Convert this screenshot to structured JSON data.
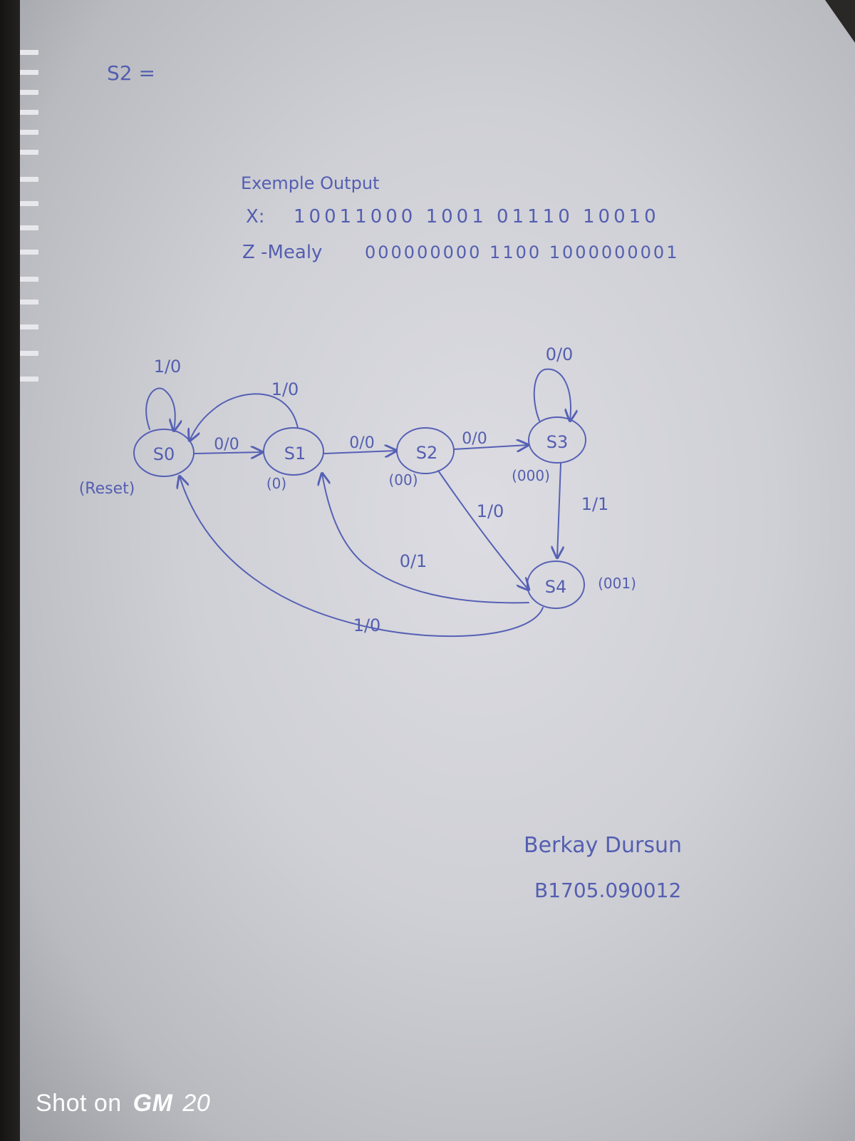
{
  "header": {
    "label": "S2 ="
  },
  "example": {
    "title": "Exemple  Output",
    "x_label": "X:",
    "x_bits": "10011000 1001 01110 10010",
    "z_label": "Z -Mealy",
    "z_bits": "000000000 1100 1000000001"
  },
  "states": [
    {
      "id": "s0",
      "label": "S0",
      "code": "(Reset)"
    },
    {
      "id": "s1",
      "label": "S1",
      "code": "(0)"
    },
    {
      "id": "s2",
      "label": "S2",
      "code": "(00)"
    },
    {
      "id": "s3",
      "label": "S3",
      "code": "(000)"
    },
    {
      "id": "s4",
      "label": "S4",
      "code": "(001)"
    }
  ],
  "transitions": [
    {
      "from": "S0",
      "to": "S0",
      "label": "1/0"
    },
    {
      "from": "S0",
      "to": "S1",
      "label": "0/0"
    },
    {
      "from": "S1",
      "to": "S0",
      "label": "1/0"
    },
    {
      "from": "S1",
      "to": "S2",
      "label": "0/0"
    },
    {
      "from": "S2",
      "to": "S3",
      "label": "0/0"
    },
    {
      "from": "S3",
      "to": "S3",
      "label": "0/0"
    },
    {
      "from": "S2",
      "to": "S4",
      "label": "1/0"
    },
    {
      "from": "S3",
      "to": "S4",
      "label": "1/1"
    },
    {
      "from": "S4",
      "to": "S1",
      "label": "0/1"
    },
    {
      "from": "S4",
      "to": "S0",
      "label": "1/0"
    }
  ],
  "signature": {
    "name": "Berkay Dursun",
    "id": "B1705.090012"
  },
  "watermark": {
    "prefix": "Shot on",
    "brand": "GM",
    "model": "20"
  },
  "colors": {
    "ink": "#5660b4",
    "paper": "#d4d5da"
  }
}
